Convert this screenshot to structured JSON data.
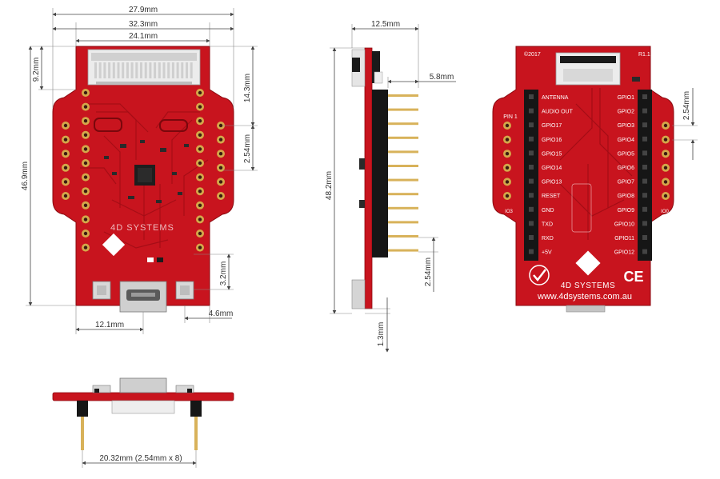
{
  "colors": {
    "pcb": "#c8141e",
    "pcb_dark": "#9e0c14",
    "pcb_trace": "#a80f18",
    "silk": "#ffffff",
    "pad": "#d4a84a",
    "header": "#161616",
    "pin_gold": "#d8b25a",
    "metal": "#c9c9c9",
    "connector": "#e8e8e8",
    "dimension": "#444444"
  },
  "front_view": {
    "dims": {
      "width_outer": "27.9mm",
      "width_mid": "32.3mm",
      "width_connector": "24.1mm",
      "top_tab": "9.2mm",
      "height": "46.9mm",
      "right_offset": "14.3mm",
      "pitch": "2.54mm",
      "button_height": "3.2mm",
      "usb_offset": "12.1mm",
      "edge_offset": "4.6mm"
    },
    "brand": "4D SYSTEMS"
  },
  "side_view": {
    "dims": {
      "depth": "12.5mm",
      "pin_length": "5.8mm",
      "height": "48.2mm",
      "pitch": "2.54mm",
      "bottom": "1.3mm"
    }
  },
  "back_view": {
    "year": "©2017",
    "rev": "R1.1",
    "pin1_label": "PIN 1",
    "left_pins": [
      "ANTENNA",
      "AUDIO OUT",
      "GPIO17",
      "GPIO16",
      "GPIO15",
      "GPIO14",
      "GPIO13",
      "RESET",
      "GND",
      "TXD",
      "RXD",
      "+5V"
    ],
    "right_pins": [
      "GPIO1",
      "GPIO2",
      "GPIO3",
      "GPIO4",
      "GPIO5",
      "GPIO6",
      "GPIO7",
      "GPIO8",
      "GPIO9",
      "GPIO10",
      "GPIO11",
      "GPIO12"
    ],
    "left_side_label": "IO3",
    "right_side_label": "IO0",
    "pitch_dim": "2.54mm",
    "brand": "4D SYSTEMS",
    "url": "www.4dsystems.com.au",
    "ce_mark": "CE"
  },
  "bottom_view": {
    "dim": "20.32mm (2.54mm x 8)"
  }
}
